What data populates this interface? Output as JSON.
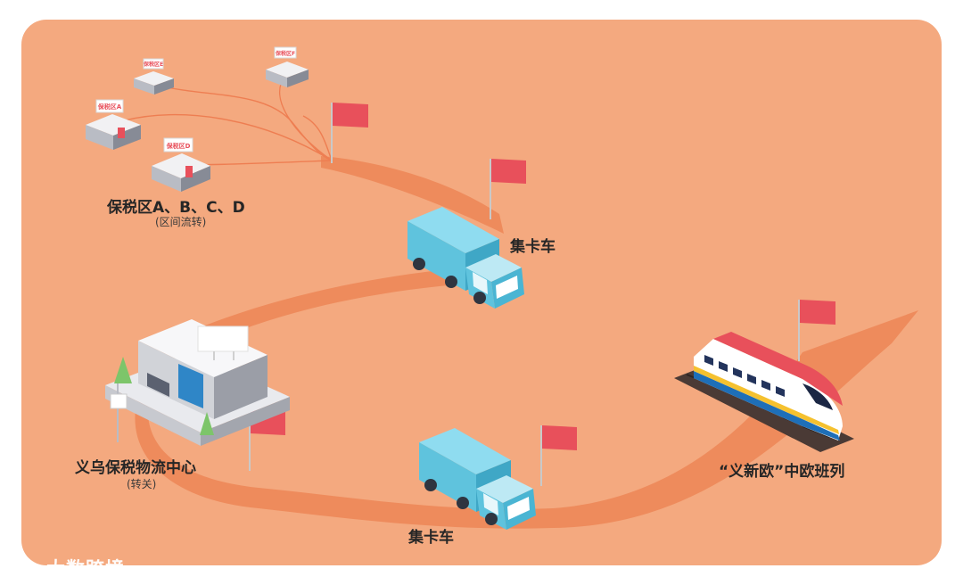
{
  "zones": {
    "label": "保税区A、B、C、D",
    "sublabel": "(区间流转)",
    "signs": [
      "保税区E",
      "保税区F",
      "保税区A",
      "保税区D"
    ]
  },
  "truck_top": {
    "label": "集卡车"
  },
  "truck_bottom": {
    "label": "集卡车"
  },
  "logistics_center": {
    "label": "义乌保税物流中心",
    "sublabel": "(转关)"
  },
  "train": {
    "label": "“义新欧”中欧班列"
  },
  "watermark": {
    "text": "大数跨境"
  },
  "colors": {
    "panel": "#F4A97F",
    "route": "#EE8B5C",
    "flag": "#E8505B",
    "truck": "#5FC3DD",
    "train_accent": "#1E6FB8"
  }
}
